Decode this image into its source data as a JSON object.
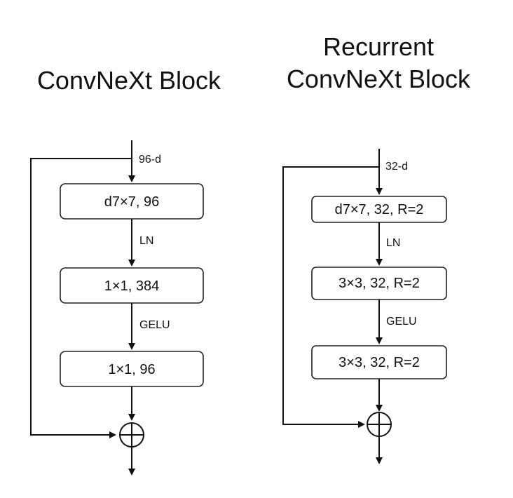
{
  "left_block": {
    "title": "ConvNeXt Block",
    "input_label": "96-d",
    "layers": [
      "d7×7, 96",
      "1×1, 384",
      "1×1, 96"
    ],
    "edge_labels": [
      "LN",
      "GELU"
    ]
  },
  "right_block": {
    "title_line1": "Recurrent",
    "title_line2": "ConvNeXt Block",
    "input_label": "32-d",
    "layers": [
      "d7×7, 32, R=2",
      "3×3, 32, R=2",
      "3×3, 32, R=2"
    ],
    "edge_labels": [
      "LN",
      "GELU"
    ]
  }
}
